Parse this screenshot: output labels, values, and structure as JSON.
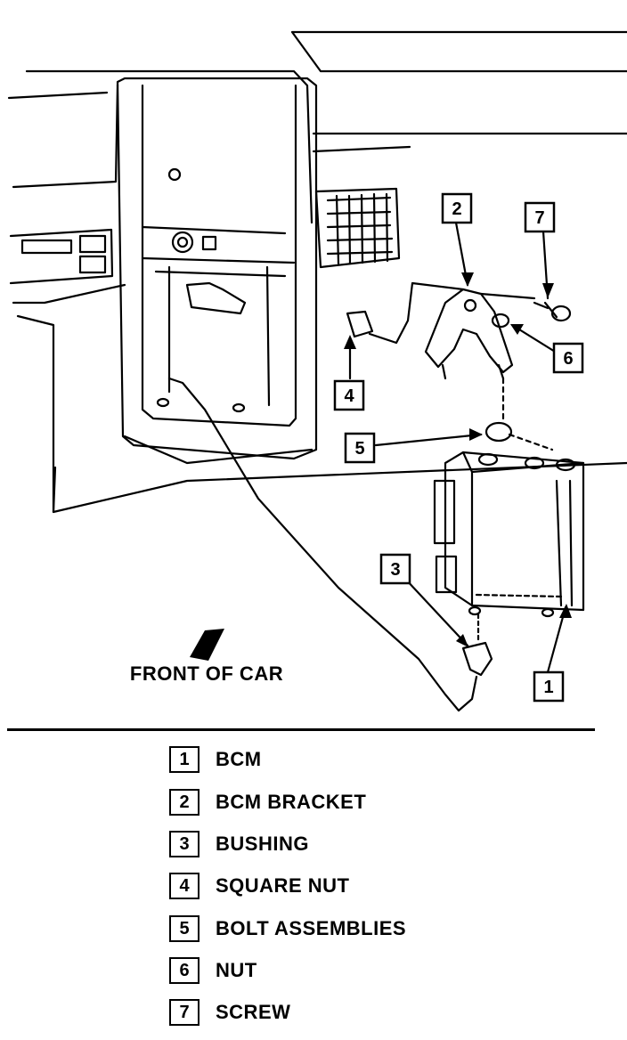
{
  "diagram": {
    "front_label": "FRONT OF CAR",
    "callouts": [
      "1",
      "2",
      "3",
      "4",
      "5",
      "6",
      "7"
    ]
  },
  "legend": {
    "items": [
      {
        "num": "1",
        "label": "BCM"
      },
      {
        "num": "2",
        "label": "BCM BRACKET"
      },
      {
        "num": "3",
        "label": "BUSHING"
      },
      {
        "num": "4",
        "label": "SQUARE NUT"
      },
      {
        "num": "5",
        "label": "BOLT ASSEMBLIES"
      },
      {
        "num": "6",
        "label": "NUT"
      },
      {
        "num": "7",
        "label": "SCREW"
      }
    ]
  }
}
